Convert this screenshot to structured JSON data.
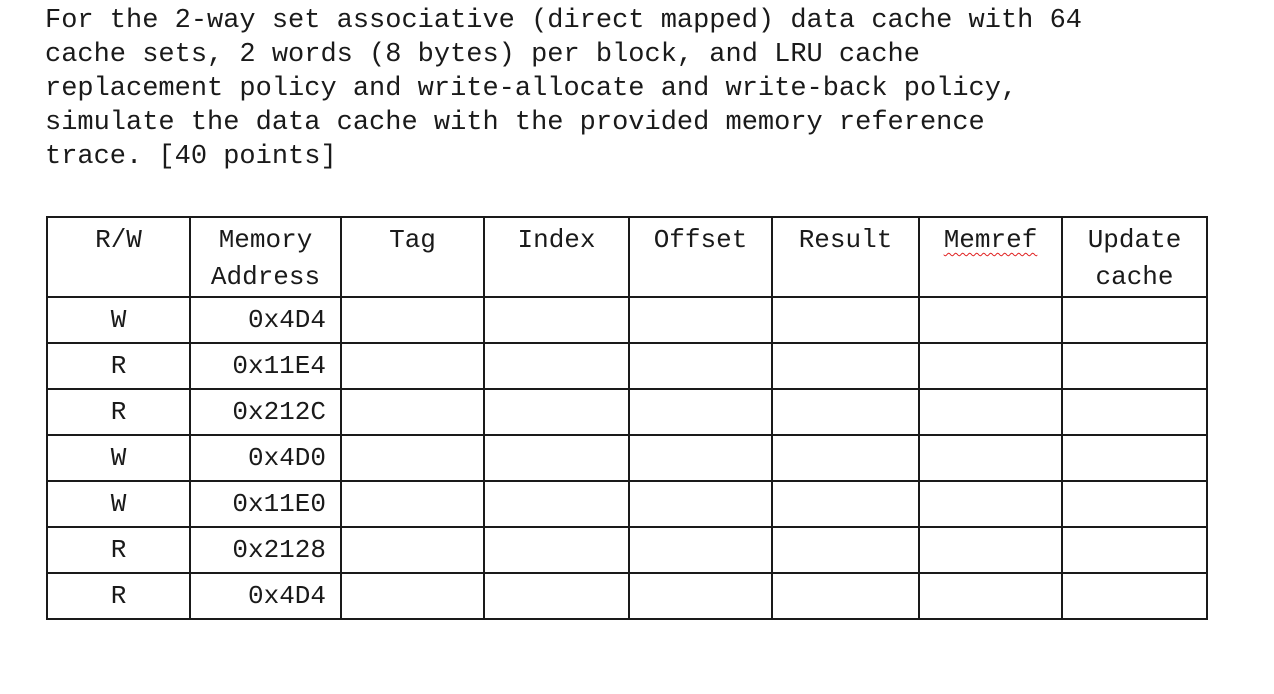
{
  "question": {
    "lines": [
      "For the 2-way set associative (direct mapped) data cache with 64",
      "cache sets, 2 words (8 bytes) per block, and LRU cache",
      "replacement policy and write-allocate and write-back policy,",
      "simulate the data cache with the provided memory reference",
      "trace. [40 points]"
    ]
  },
  "table": {
    "headers": {
      "rw": "R/W",
      "address_line1": "Memory",
      "address_line2": "Address",
      "tag": "Tag",
      "index": "Index",
      "offset": "Offset",
      "result": "Result",
      "memref": "Memref",
      "update_line1": "Update",
      "update_line2": "cache"
    },
    "rows": [
      {
        "rw": "W",
        "address": "0x4D4"
      },
      {
        "rw": "R",
        "address": "0x11E4"
      },
      {
        "rw": "R",
        "address": "0x212C"
      },
      {
        "rw": "W",
        "address": "0x4D0"
      },
      {
        "rw": "W",
        "address": "0x11E0"
      },
      {
        "rw": "R",
        "address": "0x2128"
      },
      {
        "rw": "R",
        "address": "0x4D4"
      }
    ]
  },
  "colors": {
    "text": "#1a1a1a",
    "spellcheck_underline": "#e02020"
  }
}
